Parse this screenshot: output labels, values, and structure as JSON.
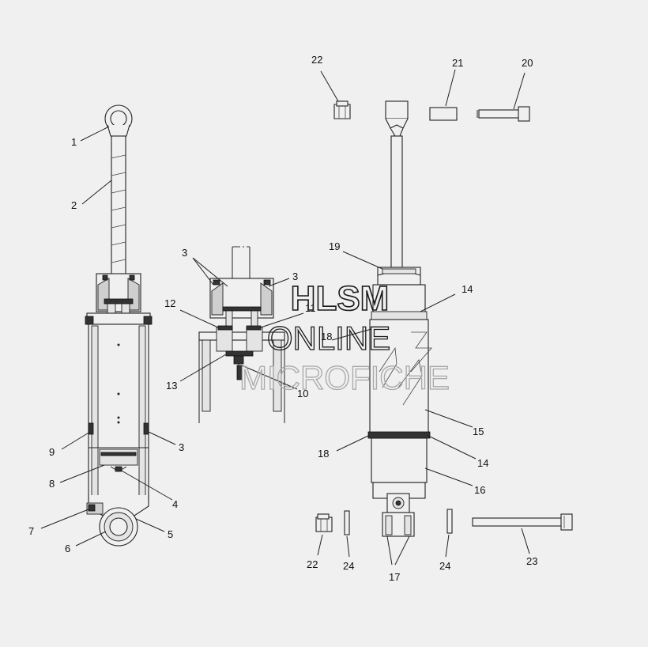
{
  "callouts": [
    {
      "id": "c1",
      "text": "1"
    },
    {
      "id": "c2",
      "text": "2"
    },
    {
      "id": "c3a",
      "text": "3"
    },
    {
      "id": "c3b",
      "text": "3"
    },
    {
      "id": "c3c",
      "text": "3"
    },
    {
      "id": "c4",
      "text": "4"
    },
    {
      "id": "c5",
      "text": "5"
    },
    {
      "id": "c6",
      "text": "6"
    },
    {
      "id": "c7",
      "text": "7"
    },
    {
      "id": "c8",
      "text": "8"
    },
    {
      "id": "c9",
      "text": "9"
    },
    {
      "id": "c10",
      "text": "10"
    },
    {
      "id": "c11",
      "text": "11"
    },
    {
      "id": "c12",
      "text": "12"
    },
    {
      "id": "c13",
      "text": "13"
    },
    {
      "id": "c14a",
      "text": "14"
    },
    {
      "id": "c14b",
      "text": "14"
    },
    {
      "id": "c15",
      "text": "15"
    },
    {
      "id": "c16",
      "text": "16"
    },
    {
      "id": "c17",
      "text": "17"
    },
    {
      "id": "c18a",
      "text": "18"
    },
    {
      "id": "c18b",
      "text": "18"
    },
    {
      "id": "c19",
      "text": "19"
    },
    {
      "id": "c20",
      "text": "20"
    },
    {
      "id": "c21",
      "text": "21"
    },
    {
      "id": "c22a",
      "text": "22"
    },
    {
      "id": "c22b",
      "text": "22"
    },
    {
      "id": "c23",
      "text": "23"
    },
    {
      "id": "c24a",
      "text": "24"
    },
    {
      "id": "c24b",
      "text": "24"
    }
  ],
  "watermark": {
    "line1": "HLSM",
    "line2": "ONLINE",
    "line3": "MICROFICHE"
  },
  "colors": {
    "background": "#f0f0f0",
    "ink": "#222222",
    "watermark_dark": "#1a1a1a",
    "watermark_light": "#b8b8b8"
  }
}
